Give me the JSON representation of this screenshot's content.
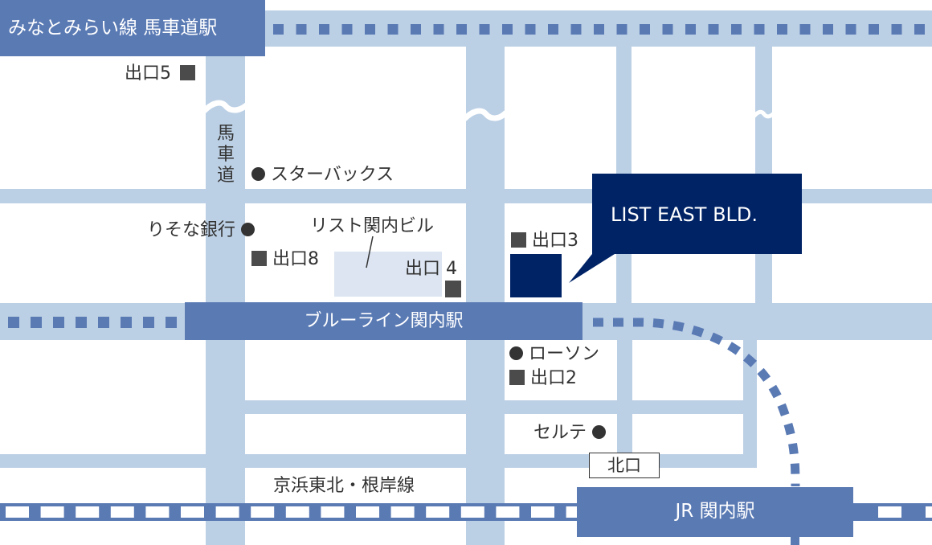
{
  "colors": {
    "road": "#bcd0e5",
    "line": "#5a7ab4",
    "station_box": "#5a7ab4",
    "target_building": "#002366",
    "other_building": "#dce5f1",
    "text": "#333333",
    "exit_marker": "#4b4b4b",
    "background": "#ffffff"
  },
  "lines": {
    "minatomirai": {
      "station_label": "みなとみらい線 馬車道駅"
    },
    "blueline": {
      "station_label": "ブルーライン関内駅"
    },
    "jr": {
      "line_label": "京浜東北・根岸線",
      "station_label": "JR 関内駅"
    }
  },
  "streets": {
    "bashamichi": {
      "chars": [
        "馬",
        "車",
        "道"
      ]
    }
  },
  "target": {
    "label": "LIST EAST BLD."
  },
  "landmarks": {
    "list_kannai_bldg": "リスト関内ビル",
    "starbucks": "スターバックス",
    "resona": "りそな銀行",
    "lawson": "ローソン",
    "cellte": "セルテ"
  },
  "exits": {
    "exit5": "出口5",
    "exit8": "出口8",
    "exit4": "出口 4",
    "exit3": "出口3",
    "exit2": "出口2",
    "north_exit": "北口"
  }
}
